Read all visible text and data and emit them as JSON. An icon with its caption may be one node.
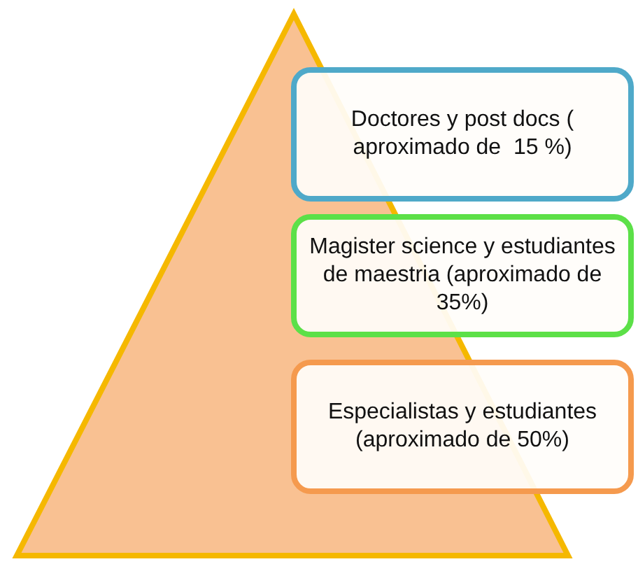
{
  "diagram": {
    "nodes": [
      {
        "text": [
          "Doctores y post docs ( aproximado de  15 %)"
        ]
      },
      {
        "text": [
          "Magister science y estudiantes de maestria (aproximado de 35%)"
        ]
      },
      {
        "text": [
          "Especialistas y estudiantes (aproximado de 50%)"
        ]
      }
    ]
  }
}
